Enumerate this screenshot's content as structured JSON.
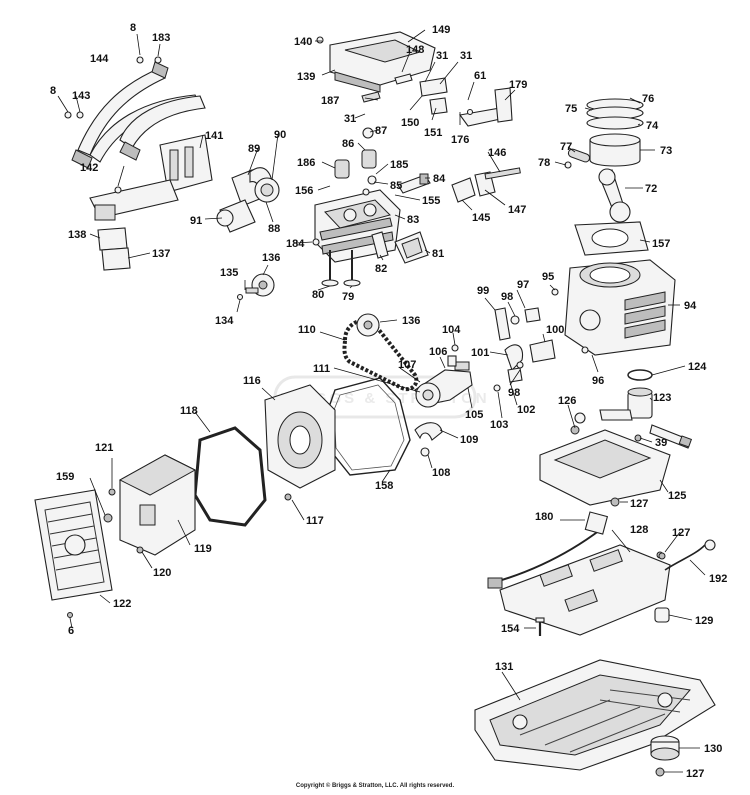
{
  "diagram": {
    "watermark_text": "BRIGGS & STRATTON",
    "copyright": "Copyright © Briggs & Stratton, LLC. All rights reserved.",
    "callouts": [
      {
        "id": "c140",
        "label": "140"
      },
      {
        "id": "c149",
        "label": "149"
      },
      {
        "id": "c148",
        "label": "148"
      },
      {
        "id": "c139",
        "label": "139"
      },
      {
        "id": "c31a",
        "label": "31"
      },
      {
        "id": "c31b",
        "label": "31"
      },
      {
        "id": "c31c",
        "label": "31"
      },
      {
        "id": "c61",
        "label": "61"
      },
      {
        "id": "c179",
        "label": "179"
      },
      {
        "id": "c187",
        "label": "187"
      },
      {
        "id": "c150",
        "label": "150"
      },
      {
        "id": "c151",
        "label": "151"
      },
      {
        "id": "c176",
        "label": "176"
      },
      {
        "id": "c8a",
        "label": "8"
      },
      {
        "id": "c183",
        "label": "183"
      },
      {
        "id": "c144",
        "label": "144"
      },
      {
        "id": "c8b",
        "label": "8"
      },
      {
        "id": "c143",
        "label": "143"
      },
      {
        "id": "c76",
        "label": "76"
      },
      {
        "id": "c75",
        "label": "75"
      },
      {
        "id": "c74",
        "label": "74"
      },
      {
        "id": "c77",
        "label": "77"
      },
      {
        "id": "c73",
        "label": "73"
      },
      {
        "id": "c78",
        "label": "78"
      },
      {
        "id": "c72",
        "label": "72"
      },
      {
        "id": "c141",
        "label": "141"
      },
      {
        "id": "c90",
        "label": "90"
      },
      {
        "id": "c89",
        "label": "89"
      },
      {
        "id": "c87",
        "label": "87"
      },
      {
        "id": "c86",
        "label": "86"
      },
      {
        "id": "c186",
        "label": "186"
      },
      {
        "id": "c185",
        "label": "185"
      },
      {
        "id": "c146",
        "label": "146"
      },
      {
        "id": "c142",
        "label": "142"
      },
      {
        "id": "c156",
        "label": "156"
      },
      {
        "id": "c85",
        "label": "85"
      },
      {
        "id": "c84",
        "label": "84"
      },
      {
        "id": "c155",
        "label": "155"
      },
      {
        "id": "c145",
        "label": "145"
      },
      {
        "id": "c147",
        "label": "147"
      },
      {
        "id": "c91",
        "label": "91"
      },
      {
        "id": "c88",
        "label": "88"
      },
      {
        "id": "c83",
        "label": "83"
      },
      {
        "id": "c157",
        "label": "157"
      },
      {
        "id": "c138",
        "label": "138"
      },
      {
        "id": "c184",
        "label": "184"
      },
      {
        "id": "c81",
        "label": "81"
      },
      {
        "id": "c137",
        "label": "137"
      },
      {
        "id": "c136a",
        "label": "136"
      },
      {
        "id": "c82",
        "label": "82"
      },
      {
        "id": "c95",
        "label": "95"
      },
      {
        "id": "c135",
        "label": "135"
      },
      {
        "id": "c97",
        "label": "97"
      },
      {
        "id": "c99",
        "label": "99"
      },
      {
        "id": "c98a",
        "label": "98"
      },
      {
        "id": "c80",
        "label": "80"
      },
      {
        "id": "c79",
        "label": "79"
      },
      {
        "id": "c94",
        "label": "94"
      },
      {
        "id": "c134",
        "label": "134"
      },
      {
        "id": "c136b",
        "label": "136"
      },
      {
        "id": "c104",
        "label": "104"
      },
      {
        "id": "c100",
        "label": "100"
      },
      {
        "id": "c110",
        "label": "110"
      },
      {
        "id": "c106",
        "label": "106"
      },
      {
        "id": "c101",
        "label": "101"
      },
      {
        "id": "c96",
        "label": "96"
      },
      {
        "id": "c111",
        "label": "111"
      },
      {
        "id": "c107",
        "label": "107"
      },
      {
        "id": "c124",
        "label": "124"
      },
      {
        "id": "c98b",
        "label": "98"
      },
      {
        "id": "c116",
        "label": "116"
      },
      {
        "id": "c102",
        "label": "102"
      },
      {
        "id": "c123",
        "label": "123"
      },
      {
        "id": "c105",
        "label": "105"
      },
      {
        "id": "c103",
        "label": "103"
      },
      {
        "id": "c126",
        "label": "126"
      },
      {
        "id": "c118",
        "label": "118"
      },
      {
        "id": "c109",
        "label": "109"
      },
      {
        "id": "c39",
        "label": "39"
      },
      {
        "id": "c121",
        "label": "121"
      },
      {
        "id": "c108",
        "label": "108"
      },
      {
        "id": "c158",
        "label": "158"
      },
      {
        "id": "c159",
        "label": "159"
      },
      {
        "id": "c125",
        "label": "125"
      },
      {
        "id": "c127a",
        "label": "127"
      },
      {
        "id": "c117",
        "label": "117"
      },
      {
        "id": "c180",
        "label": "180"
      },
      {
        "id": "c128",
        "label": "128"
      },
      {
        "id": "c127b",
        "label": "127"
      },
      {
        "id": "c119",
        "label": "119"
      },
      {
        "id": "c120",
        "label": "120"
      },
      {
        "id": "c192",
        "label": "192"
      },
      {
        "id": "c122",
        "label": "122"
      },
      {
        "id": "c129",
        "label": "129"
      },
      {
        "id": "c154",
        "label": "154"
      },
      {
        "id": "c6",
        "label": "6"
      },
      {
        "id": "c131",
        "label": "131"
      },
      {
        "id": "c130",
        "label": "130"
      },
      {
        "id": "c127c",
        "label": "127"
      }
    ]
  }
}
